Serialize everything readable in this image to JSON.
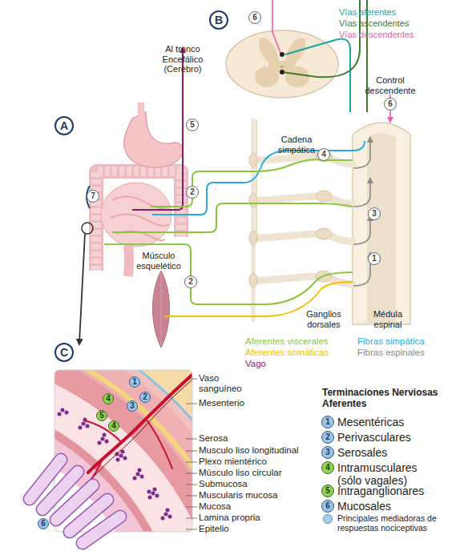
{
  "diagram": {
    "nodes": [
      {
        "text": [
          "A"
        ]
      },
      {
        "text": [
          "B"
        ]
      },
      {
        "text": [
          "C"
        ]
      },
      {
        "text": [
          "6"
        ]
      },
      {
        "text": [
          "5"
        ]
      },
      {
        "text": [
          "2"
        ]
      },
      {
        "text": [
          "2"
        ]
      },
      {
        "text": [
          "7"
        ]
      },
      {
        "text": [
          "4"
        ]
      },
      {
        "text": [
          "3"
        ]
      },
      {
        "text": [
          "1"
        ]
      },
      {
        "text": [
          "6"
        ]
      },
      {
        "text": [
          "1"
        ]
      },
      {
        "text": [
          "2"
        ]
      },
      {
        "text": [
          "3"
        ]
      },
      {
        "text": [
          "4"
        ]
      },
      {
        "text": [
          "4"
        ]
      },
      {
        "text": [
          "5"
        ]
      },
      {
        "text": [
          "6"
        ]
      },
      {
        "text": [
          "1"
        ]
      },
      {
        "text": [
          "2"
        ]
      },
      {
        "text": [
          "3"
        ]
      },
      {
        "text": [
          "4"
        ]
      },
      {
        "text": [
          "5"
        ]
      },
      {
        "text": [
          "6"
        ]
      }
    ],
    "labels": [
      "Al tronco Encefálico (Cerebro)",
      "Control descendente",
      "Cadena simpática",
      "Músculo esquelético",
      "Ganglios dorsales",
      "Médula espinal",
      "Vaso sanguíneo",
      "Mesenterio",
      "Serosa",
      "Musculo liso longitudinal",
      "Plexo mientérico",
      "Músculo liso circular",
      "Submucosa",
      "Muscularis mucosa",
      "Mucosa",
      "Lamina propria",
      "Epitelio",
      "Terminaciones Nerviosas Aferentes"
    ],
    "legend": [
      {
        "text": "Vías aferentes",
        "color": "#18a3a3"
      },
      {
        "text": "Vías ascendentes",
        "color": "#3d7b2f"
      },
      {
        "text": "Vías descendentes",
        "color": "#ec5fa3"
      },
      {
        "text": "Aferentes viscerales",
        "color": "#8cc63f"
      },
      {
        "text": "Aferentes somáticas",
        "color": "#f2c200"
      },
      {
        "text": "Vago",
        "color": "#8b1a6b"
      },
      {
        "text": "Fibras simpática",
        "color": "#29abe2"
      },
      {
        "text": "Fibras espinales",
        "color": "#888888"
      },
      {
        "text": "Mesentéricas"
      },
      {
        "text": "Perivasculares"
      },
      {
        "text": "Serosales"
      },
      {
        "text": "Intramusculares (sólo vagales)"
      },
      {
        "text": "Intraganglionares"
      },
      {
        "text": "Mucosales"
      },
      {
        "text": "Principales mediadoras de respuestas nociceptivas",
        "color": "#a9cdec"
      }
    ]
  }
}
